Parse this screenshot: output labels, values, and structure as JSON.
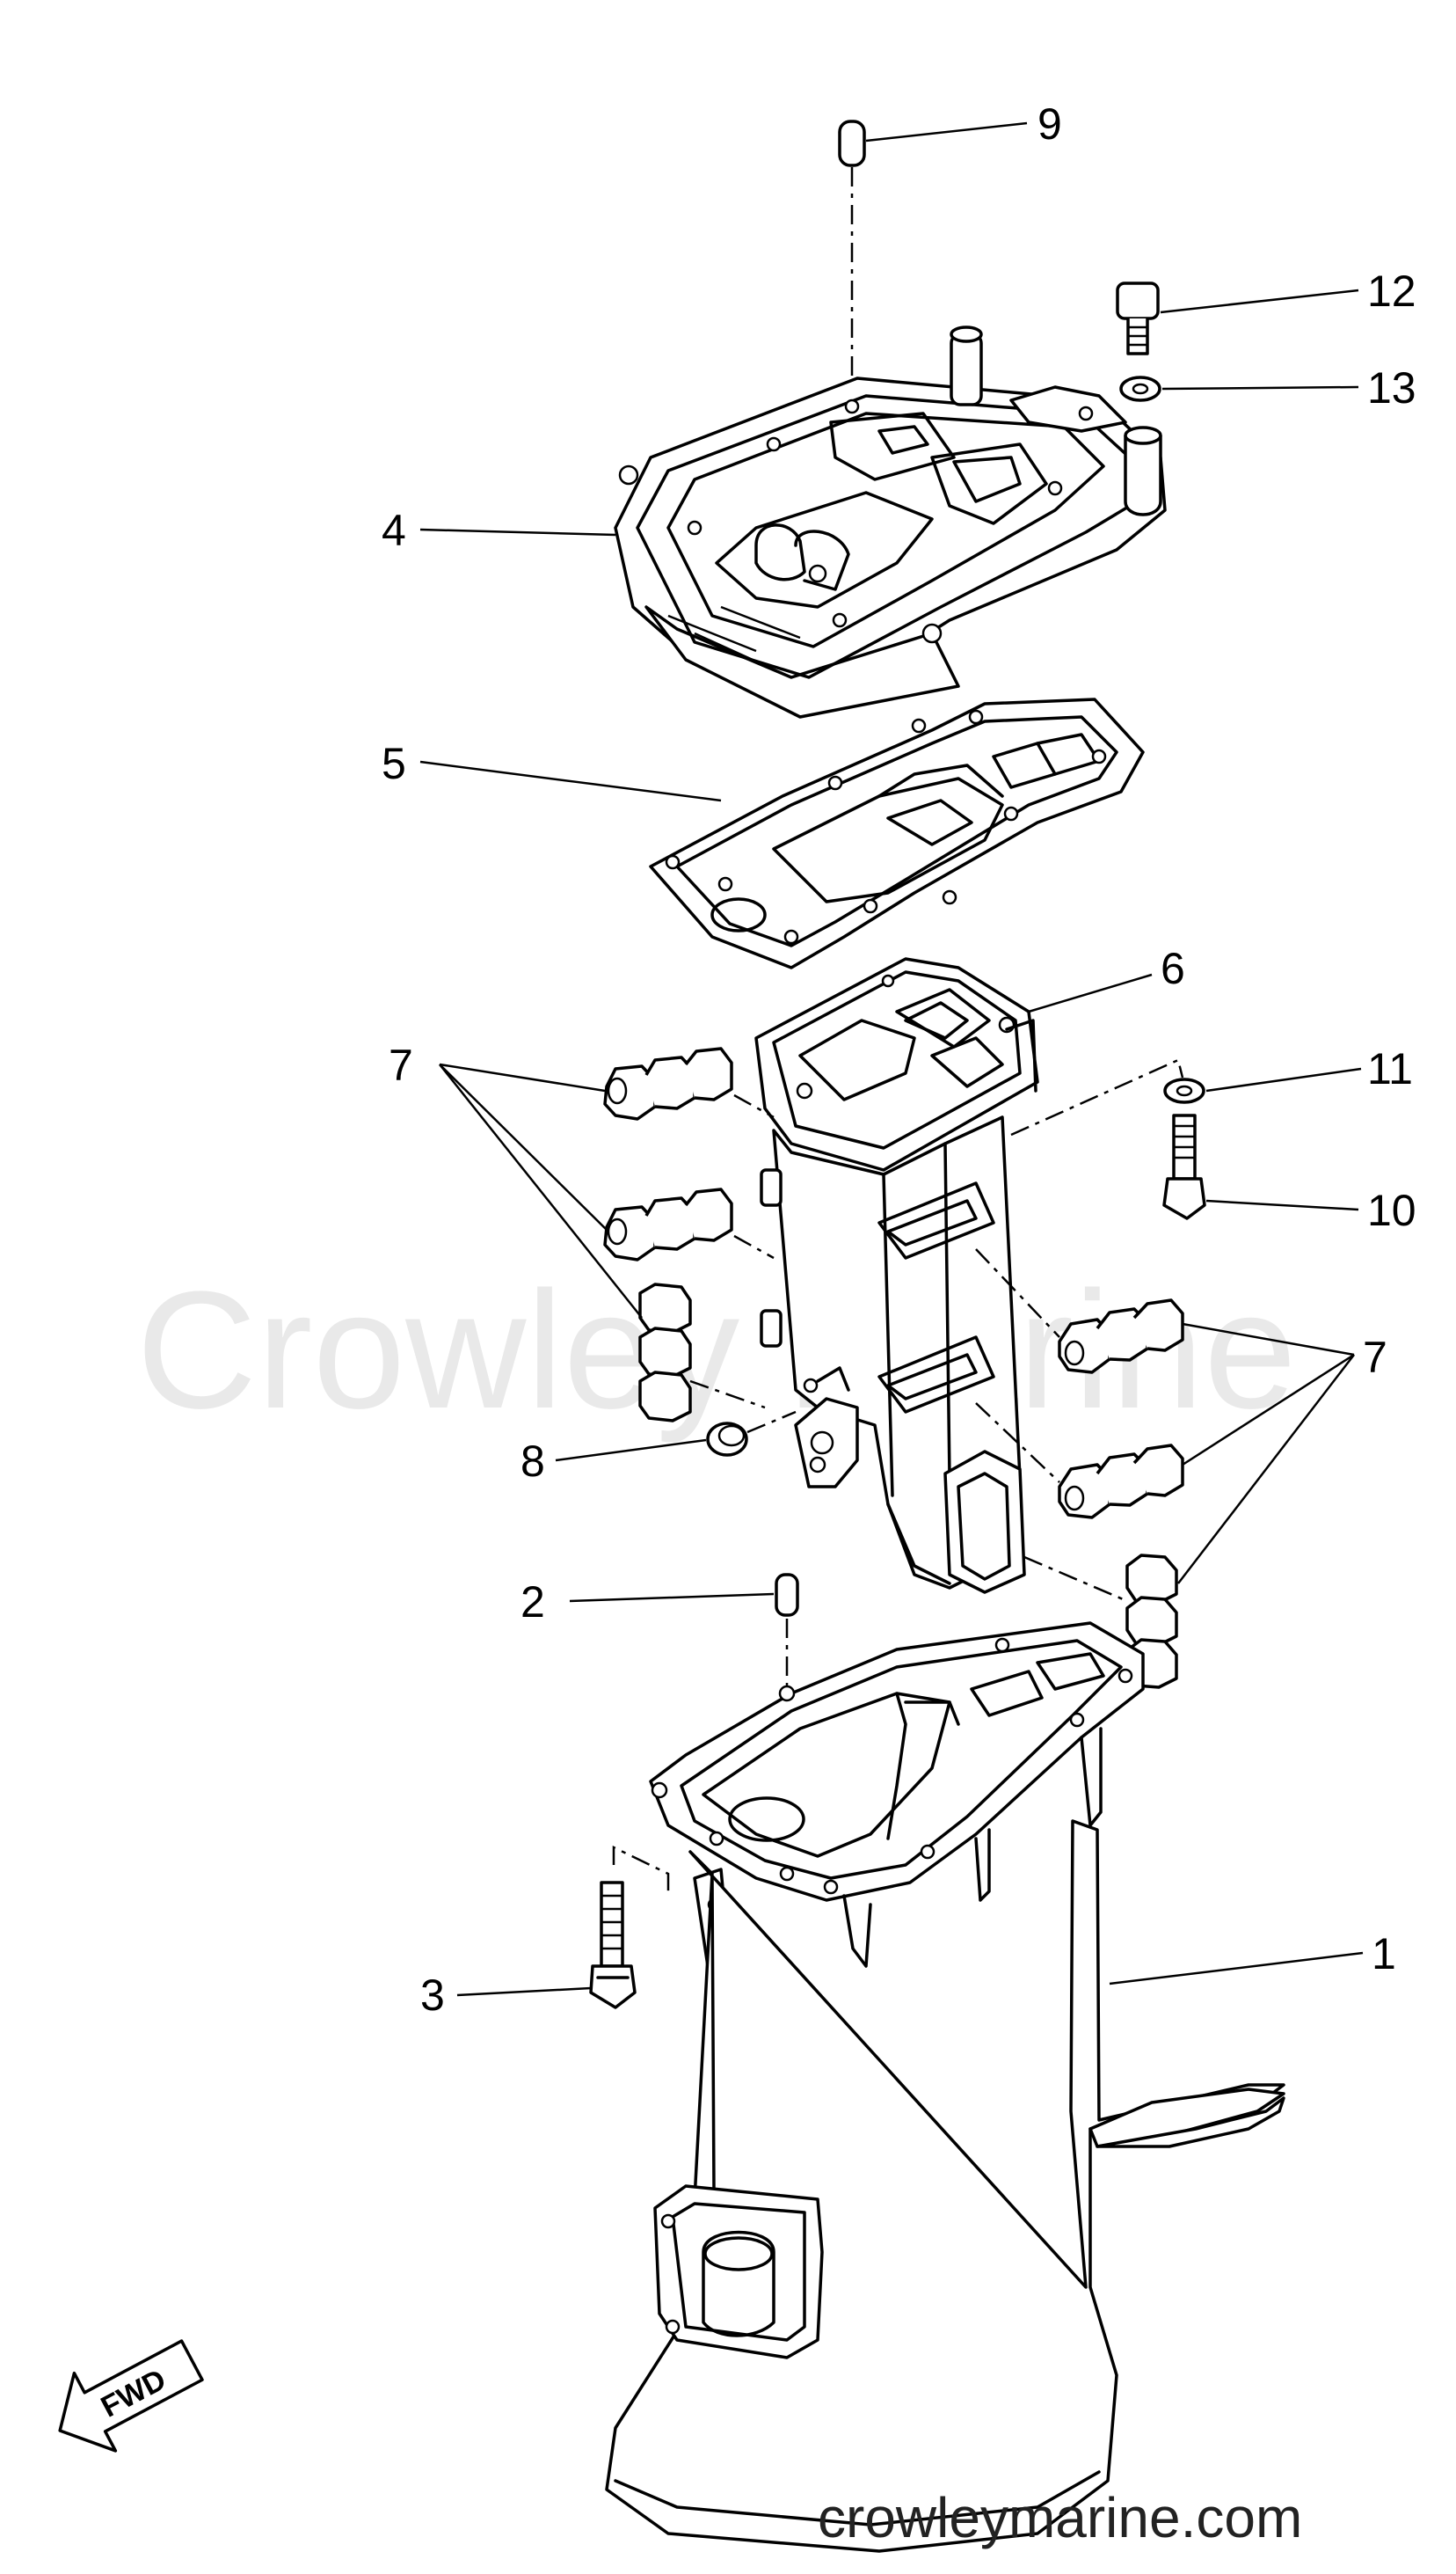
{
  "watermark": {
    "brand": "Crowley Marine",
    "url": "crowleymarine.com"
  },
  "direction_badge": "FWD",
  "callouts": [
    {
      "id": "1",
      "label": "1"
    },
    {
      "id": "2",
      "label": "2"
    },
    {
      "id": "3",
      "label": "3"
    },
    {
      "id": "4",
      "label": "4"
    },
    {
      "id": "5",
      "label": "5"
    },
    {
      "id": "6",
      "label": "6"
    },
    {
      "id": "7a",
      "label": "7"
    },
    {
      "id": "7b",
      "label": "7"
    },
    {
      "id": "8",
      "label": "8"
    },
    {
      "id": "9",
      "label": "9"
    },
    {
      "id": "10",
      "label": "10"
    },
    {
      "id": "11",
      "label": "11"
    },
    {
      "id": "12",
      "label": "12"
    },
    {
      "id": "13",
      "label": "13"
    }
  ],
  "colors": {
    "line": "#000000",
    "background": "#ffffff",
    "watermark": "#e9e9e9"
  }
}
